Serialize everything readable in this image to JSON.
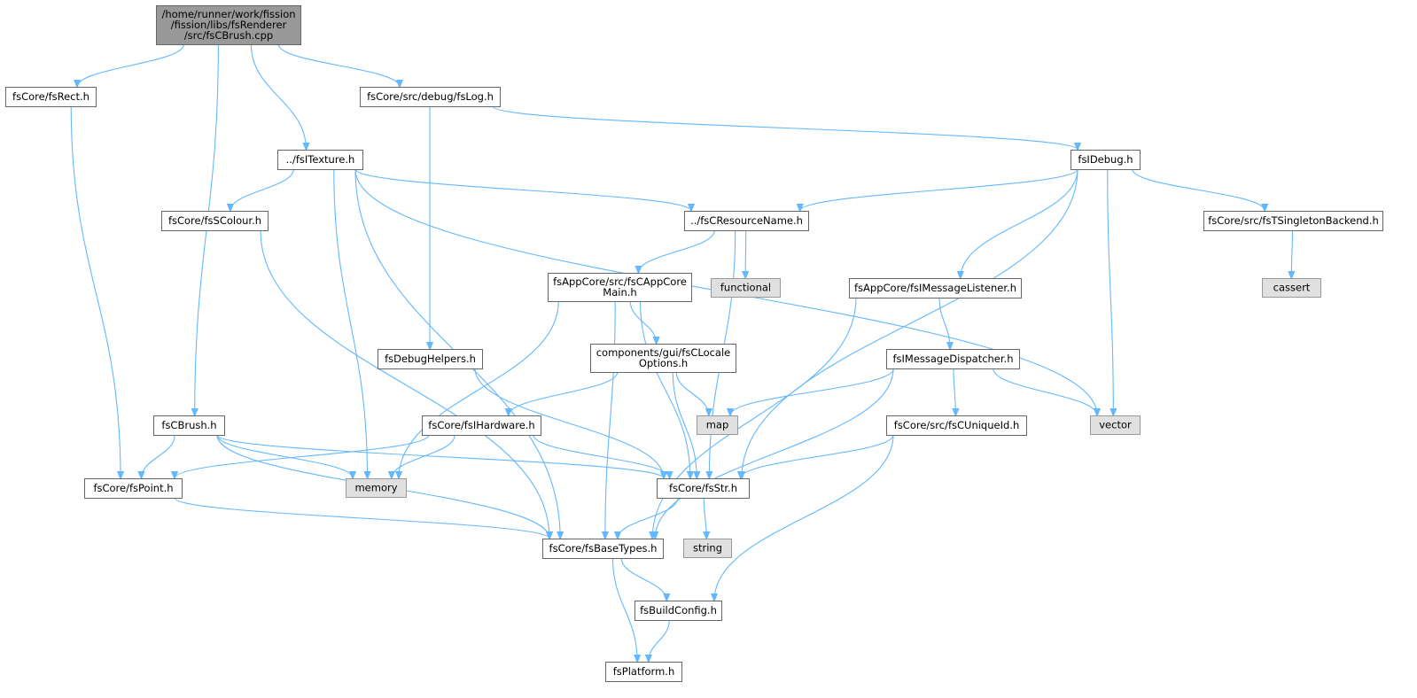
{
  "diagram": {
    "colors": {
      "edge": "#63b8ff",
      "root_fill": "#999999",
      "local_fill": "#ffffff",
      "system_fill": "#e0e0e0",
      "border": "#666666"
    },
    "nodes": [
      {
        "id": "root",
        "kind": "root",
        "lines": [
          "/home/runner/work/fission",
          "/fission/libs/fsRenderer",
          "/src/fsCBrush.cpp"
        ]
      },
      {
        "id": "fsRect",
        "kind": "local",
        "lines": [
          "fsCore/fsRect.h"
        ]
      },
      {
        "id": "fsLog",
        "kind": "local",
        "lines": [
          "fsCore/src/debug/fsLog.h"
        ]
      },
      {
        "id": "fsITexture",
        "kind": "local",
        "lines": [
          "../fsITexture.h"
        ]
      },
      {
        "id": "fsIDebug",
        "kind": "local",
        "lines": [
          "fsIDebug.h"
        ]
      },
      {
        "id": "fsSColour",
        "kind": "local",
        "lines": [
          "fsCore/fsSColour.h"
        ]
      },
      {
        "id": "fsCResourceName",
        "kind": "local",
        "lines": [
          "../fsCResourceName.h"
        ]
      },
      {
        "id": "fsTSingletonBackend",
        "kind": "local",
        "lines": [
          "fsCore/src/fsTSingletonBackend.h"
        ]
      },
      {
        "id": "fsCAppCoreMain",
        "kind": "local",
        "lines": [
          "fsAppCore/src/fsCAppCore",
          "Main.h"
        ]
      },
      {
        "id": "functional",
        "kind": "system",
        "lines": [
          "functional"
        ]
      },
      {
        "id": "fsIMessageListener",
        "kind": "local",
        "lines": [
          "fsAppCore/fsIMessageListener.h"
        ]
      },
      {
        "id": "cassert",
        "kind": "system",
        "lines": [
          "cassert"
        ]
      },
      {
        "id": "fsDebugHelpers",
        "kind": "local",
        "lines": [
          "fsDebugHelpers.h"
        ]
      },
      {
        "id": "fsCLocaleOptions",
        "kind": "local",
        "lines": [
          "components/gui/fsCLocale",
          "Options.h"
        ]
      },
      {
        "id": "fsIMessageDispatcher",
        "kind": "local",
        "lines": [
          "fsIMessageDispatcher.h"
        ]
      },
      {
        "id": "fsCBrush",
        "kind": "local",
        "lines": [
          "fsCBrush.h"
        ]
      },
      {
        "id": "fsIHardware",
        "kind": "local",
        "lines": [
          "fsCore/fsIHardware.h"
        ]
      },
      {
        "id": "map",
        "kind": "system",
        "lines": [
          "map"
        ]
      },
      {
        "id": "fsCUniqueId",
        "kind": "local",
        "lines": [
          "fsCore/src/fsCUniqueId.h"
        ]
      },
      {
        "id": "vector",
        "kind": "system",
        "lines": [
          "vector"
        ]
      },
      {
        "id": "fsPoint",
        "kind": "local",
        "lines": [
          "fsCore/fsPoint.h"
        ]
      },
      {
        "id": "memory",
        "kind": "system",
        "lines": [
          "memory"
        ]
      },
      {
        "id": "fsStr",
        "kind": "local",
        "lines": [
          "fsCore/fsStr.h"
        ]
      },
      {
        "id": "fsBaseTypes",
        "kind": "local",
        "lines": [
          "fsCore/fsBaseTypes.h"
        ]
      },
      {
        "id": "string",
        "kind": "system",
        "lines": [
          "string"
        ]
      },
      {
        "id": "fsBuildConfig",
        "kind": "local",
        "lines": [
          "fsBuildConfig.h"
        ]
      },
      {
        "id": "fsPlatform",
        "kind": "local",
        "lines": [
          "fsPlatform.h"
        ]
      }
    ],
    "edges": [
      [
        "root",
        "fsRect"
      ],
      [
        "root",
        "fsCBrush"
      ],
      [
        "root",
        "fsITexture"
      ],
      [
        "root",
        "fsLog"
      ],
      [
        "fsRect",
        "fsPoint"
      ],
      [
        "fsLog",
        "fsDebugHelpers"
      ],
      [
        "fsLog",
        "fsIDebug"
      ],
      [
        "fsITexture",
        "fsSColour"
      ],
      [
        "fsITexture",
        "fsBaseTypes"
      ],
      [
        "fsITexture",
        "memory"
      ],
      [
        "fsITexture",
        "fsCResourceName"
      ],
      [
        "fsITexture",
        "vector"
      ],
      [
        "fsIDebug",
        "fsCResourceName"
      ],
      [
        "fsIDebug",
        "fsTSingletonBackend"
      ],
      [
        "fsIDebug",
        "fsIMessageListener"
      ],
      [
        "fsIDebug",
        "vector"
      ],
      [
        "fsIDebug",
        "fsStr"
      ],
      [
        "fsTSingletonBackend",
        "cassert"
      ],
      [
        "fsSColour",
        "fsBaseTypes"
      ],
      [
        "fsCResourceName",
        "fsCAppCoreMain"
      ],
      [
        "fsCResourceName",
        "functional"
      ],
      [
        "fsCResourceName",
        "fsStr"
      ],
      [
        "fsCAppCoreMain",
        "fsCLocaleOptions"
      ],
      [
        "fsCAppCoreMain",
        "memory"
      ],
      [
        "fsCAppCoreMain",
        "fsBaseTypes"
      ],
      [
        "fsCAppCoreMain",
        "fsStr"
      ],
      [
        "fsIMessageListener",
        "fsIMessageDispatcher"
      ],
      [
        "fsIMessageListener",
        "fsBaseTypes"
      ],
      [
        "fsDebugHelpers",
        "fsStr"
      ],
      [
        "fsCLocaleOptions",
        "fsIHardware"
      ],
      [
        "fsCLocaleOptions",
        "map"
      ],
      [
        "fsCLocaleOptions",
        "fsStr"
      ],
      [
        "fsIMessageDispatcher",
        "map"
      ],
      [
        "fsIMessageDispatcher",
        "fsCUniqueId"
      ],
      [
        "fsIMessageDispatcher",
        "vector"
      ],
      [
        "fsIMessageDispatcher",
        "fsBaseTypes"
      ],
      [
        "fsCBrush",
        "fsPoint"
      ],
      [
        "fsCBrush",
        "memory"
      ],
      [
        "fsCBrush",
        "fsBaseTypes"
      ],
      [
        "fsCBrush",
        "fsStr"
      ],
      [
        "fsIHardware",
        "fsPoint"
      ],
      [
        "fsIHardware",
        "memory"
      ],
      [
        "fsIHardware",
        "fsStr"
      ],
      [
        "fsCUniqueId",
        "fsStr"
      ],
      [
        "fsCUniqueId",
        "fsBuildConfig"
      ],
      [
        "fsPoint",
        "fsBaseTypes"
      ],
      [
        "fsStr",
        "fsBaseTypes"
      ],
      [
        "fsStr",
        "string"
      ],
      [
        "fsBaseTypes",
        "fsBuildConfig"
      ],
      [
        "fsBaseTypes",
        "fsPlatform"
      ],
      [
        "fsBuildConfig",
        "fsPlatform"
      ]
    ]
  }
}
